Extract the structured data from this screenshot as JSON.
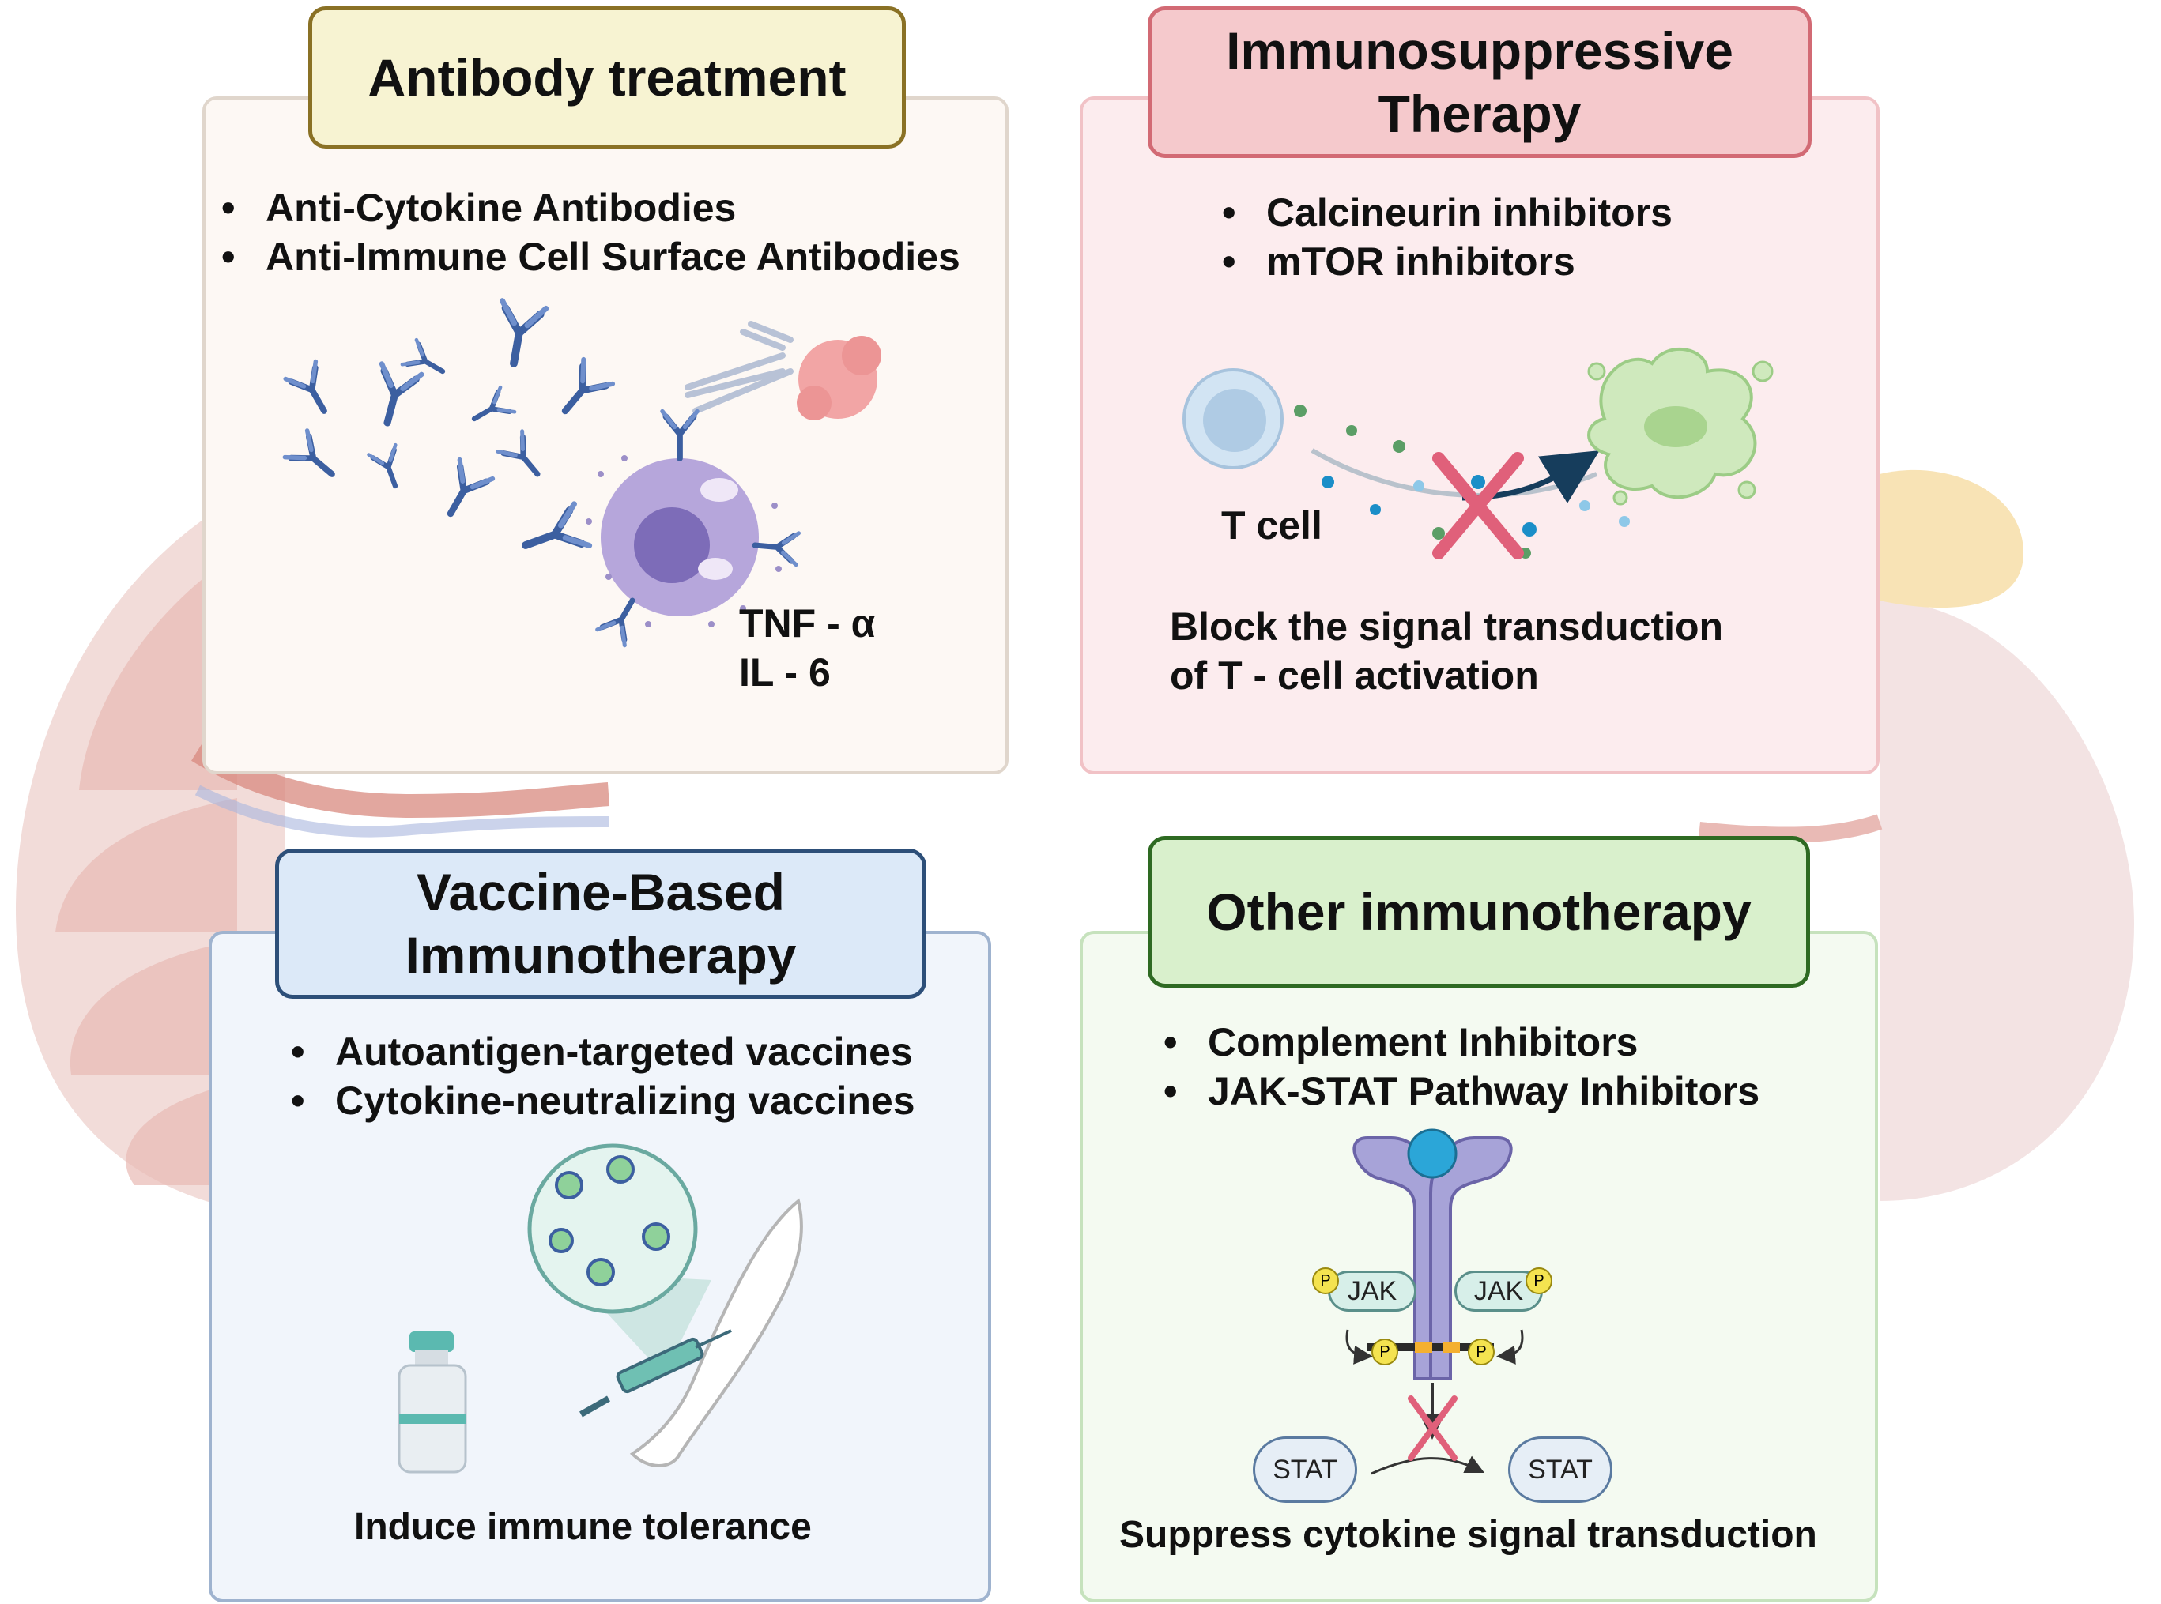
{
  "panels": {
    "antibody": {
      "title": "Antibody treatment",
      "bullets": [
        "Anti-Cytokine Antibodies",
        "Anti-Immune Cell Surface Antibodies"
      ],
      "labels": [
        "TNF - α",
        "IL - 6"
      ]
    },
    "immunosuppressive": {
      "title_line1": "Immunosuppressive",
      "title_line2": "Therapy",
      "bullets": [
        "Calcineurin inhibitors",
        "mTOR  inhibitors"
      ],
      "cell_label": "T cell",
      "caption_line1": "Block the signal transduction",
      "caption_line2": "of T - cell activation"
    },
    "vaccine": {
      "title_line1": "Vaccine-Based",
      "title_line2": "Immunotherapy",
      "bullets": [
        "Autoantigen-targeted vaccines",
        "Cytokine-neutralizing vaccines"
      ],
      "caption": "Induce immune tolerance"
    },
    "other": {
      "title": "Other immunotherapy",
      "bullets": [
        "Complement Inhibitors",
        "JAK-STAT Pathway Inhibitors"
      ],
      "jak_label": "JAK",
      "phospho_label": "P",
      "stat_label": "STAT",
      "caption": "Suppress cytokine signal transduction"
    }
  },
  "colors": {
    "antibody_header": "#f7f3d2",
    "immuno_header": "#f5c9cc",
    "vaccine_header": "#dce9f8",
    "other_header": "#d9f0cc",
    "inhibit_cross": "#e0607a"
  }
}
